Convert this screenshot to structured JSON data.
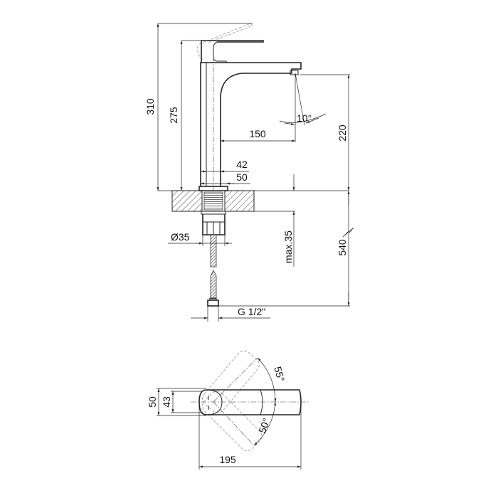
{
  "side_view": {
    "dim_total_height": "310",
    "dim_body_height": "275",
    "dim_spout_height": "220",
    "dim_spout_reach": "150",
    "dim_spout_angle": "10°",
    "dim_inner_width": "42",
    "dim_outer_width": "50",
    "dim_shank_diameter": "Ø35",
    "dim_max_counter": "max.35",
    "dim_hose_length": "540",
    "dim_thread": "G 1/2\""
  },
  "top_view": {
    "dim_width_outer": "50",
    "dim_width_inner": "43",
    "dim_length": "195",
    "dim_angle_back": "55°",
    "dim_angle_front": "50°"
  }
}
